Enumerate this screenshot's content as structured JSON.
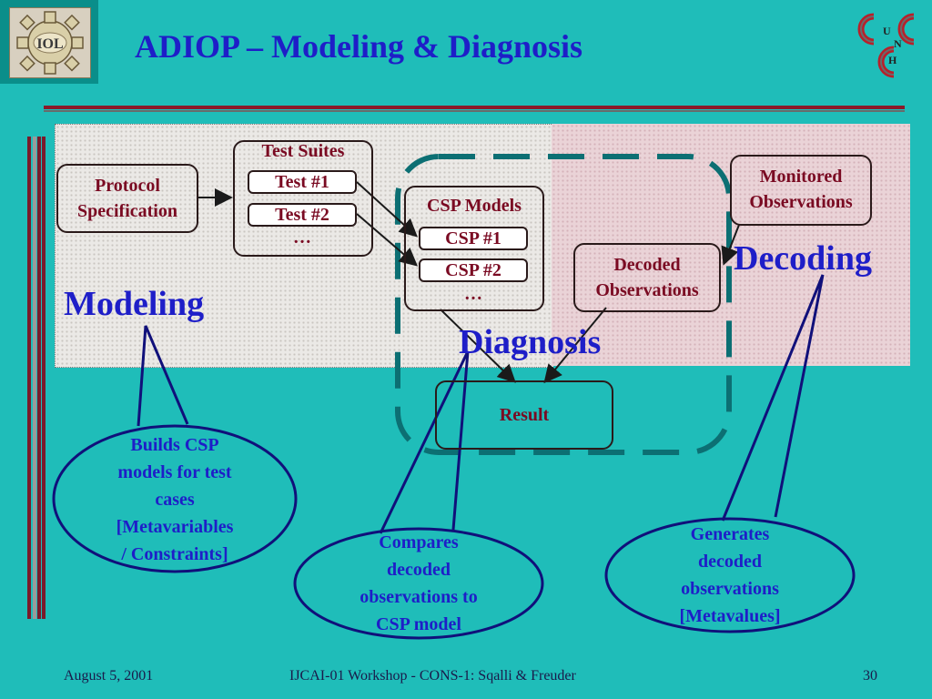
{
  "slide": {
    "title": "ADIOP – Modeling & Diagnosis",
    "logo_left_text": "IOL",
    "logo_right_letters": [
      "U",
      "N",
      "H"
    ]
  },
  "diagram": {
    "protocol_spec": "Protocol Specification",
    "test_suites": {
      "title": "Test Suites",
      "items": [
        "Test #1",
        "Test #2"
      ],
      "more": "…"
    },
    "csp_models": {
      "title": "CSP Models",
      "items": [
        "CSP #1",
        "CSP #2"
      ],
      "more": "…"
    },
    "monitored": "Monitored Observations",
    "decoded": "Decoded Observations",
    "result": "Result",
    "labels": {
      "modeling": "Modeling",
      "decoding": "Decoding",
      "diagnosis": "Diagnosis"
    }
  },
  "callouts": {
    "modeling": [
      "Builds CSP",
      "models for test",
      "cases",
      "[Metavariables",
      "/ Constraints]"
    ],
    "diagnosis": [
      "Compares",
      "decoded",
      "observations to",
      "CSP model"
    ],
    "decoding": [
      "Generates",
      "decoded",
      "observations",
      "[Metavalues]"
    ]
  },
  "footer": {
    "date": "August 5, 2001",
    "event": "IJCAI-01 Workshop - CONS-1: Sqalli & Freuder",
    "page": "30"
  },
  "colors": {
    "background": "#1fbdb9",
    "title_blue": "#1e1ec8",
    "box_text": "#7a0a22",
    "accent_bar": "#8a1a2a",
    "dashed_frame": "#0c6f73"
  }
}
